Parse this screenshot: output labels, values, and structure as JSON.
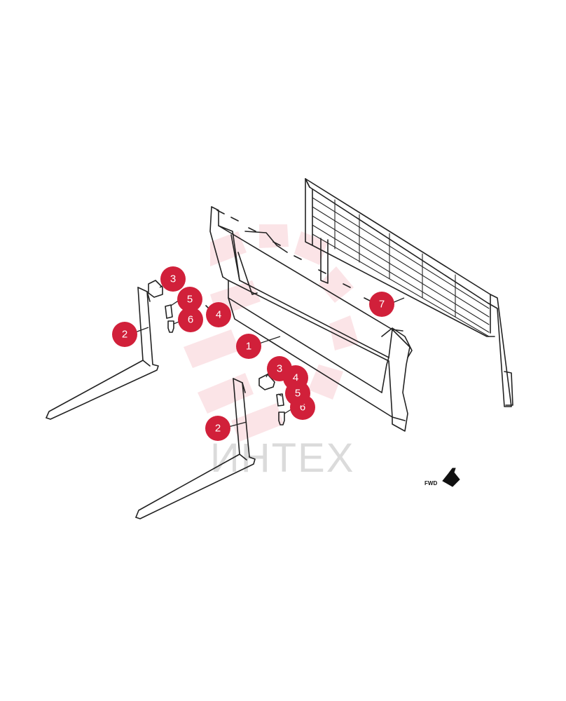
{
  "callouts": [
    {
      "id": "c1",
      "label": "1"
    },
    {
      "id": "c2a",
      "label": "2"
    },
    {
      "id": "c2b",
      "label": "2"
    },
    {
      "id": "c3a",
      "label": "3"
    },
    {
      "id": "c3b",
      "label": "3"
    },
    {
      "id": "c4a",
      "label": "4"
    },
    {
      "id": "c4b",
      "label": "4"
    },
    {
      "id": "c5a",
      "label": "5"
    },
    {
      "id": "c5b",
      "label": "5"
    },
    {
      "id": "c6a",
      "label": "6"
    },
    {
      "id": "c6b",
      "label": "6"
    },
    {
      "id": "c7",
      "label": "7"
    }
  ],
  "watermark": {
    "text": "ИНТЕХ"
  },
  "direction": {
    "label": "FWD"
  },
  "colors": {
    "callout": "#d1203a",
    "line": "#222222",
    "watermark": "#e85a6a"
  }
}
